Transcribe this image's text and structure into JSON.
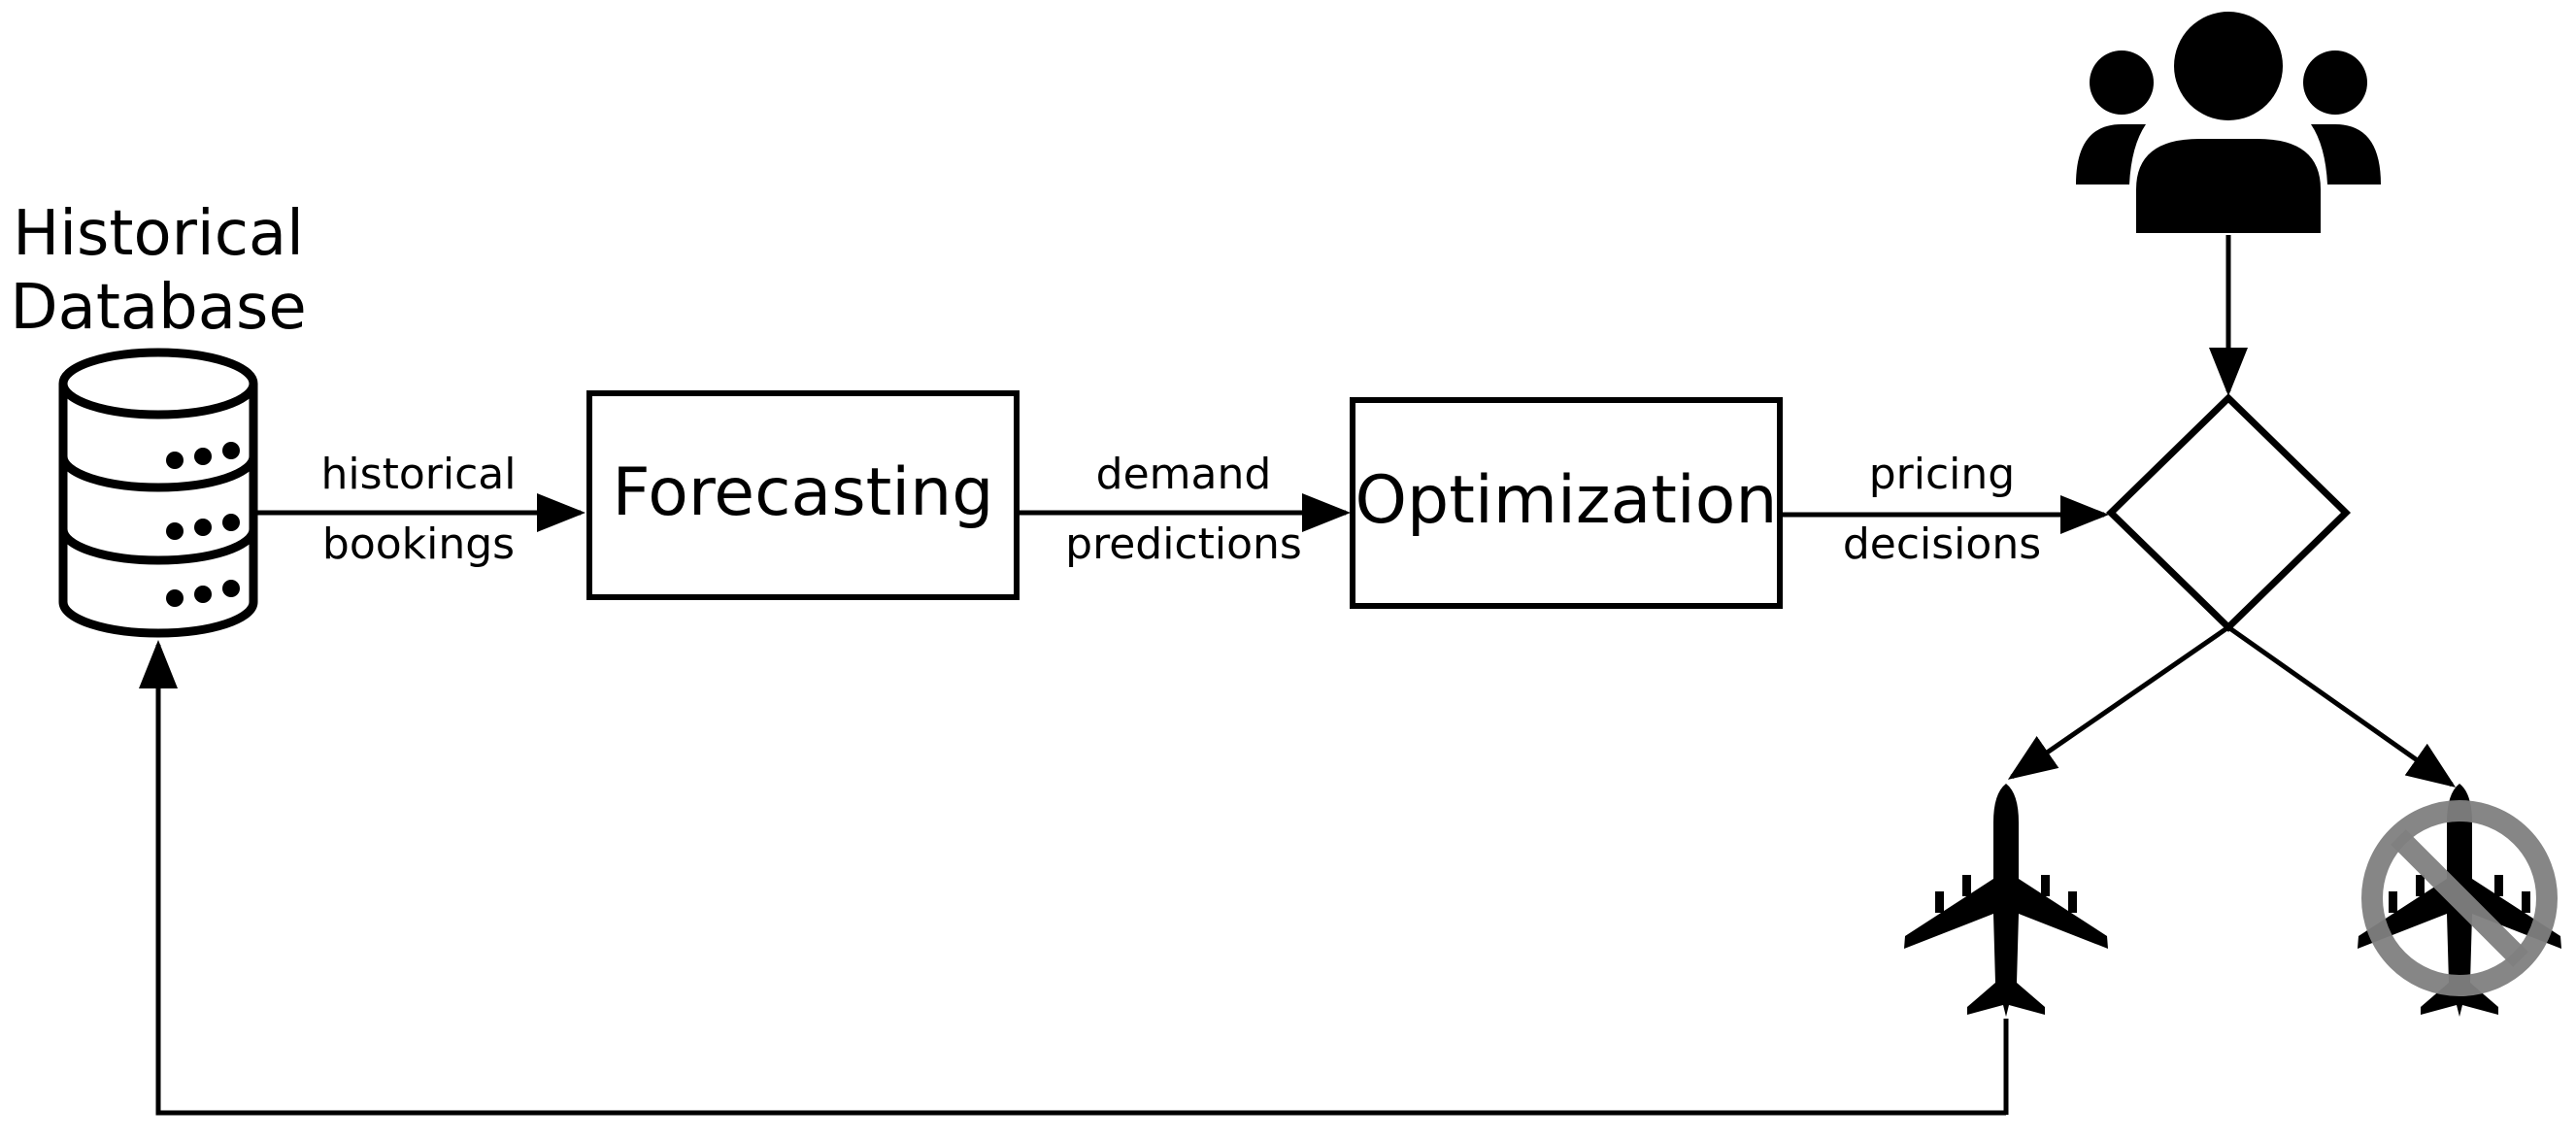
{
  "database": {
    "title_line1": "Historical",
    "title_line2": "Database",
    "icon": "database-icon"
  },
  "boxes": {
    "forecasting": "Forecasting",
    "optimization": "Optimization"
  },
  "edges": {
    "db_to_forecast": {
      "line1": "historical",
      "line2": "bookings"
    },
    "forecast_to_opt": {
      "line1": "demand",
      "line2": "predictions"
    },
    "opt_to_decision": {
      "line1": "pricing",
      "line2": "decisions"
    }
  },
  "icons": {
    "customers": "users-icon",
    "decision": "decision-diamond",
    "booked_flight": "airplane-icon",
    "no_flight": "airplane-cancelled-icon"
  },
  "colors": {
    "stroke": "#000000",
    "prohibit": "#808080"
  }
}
